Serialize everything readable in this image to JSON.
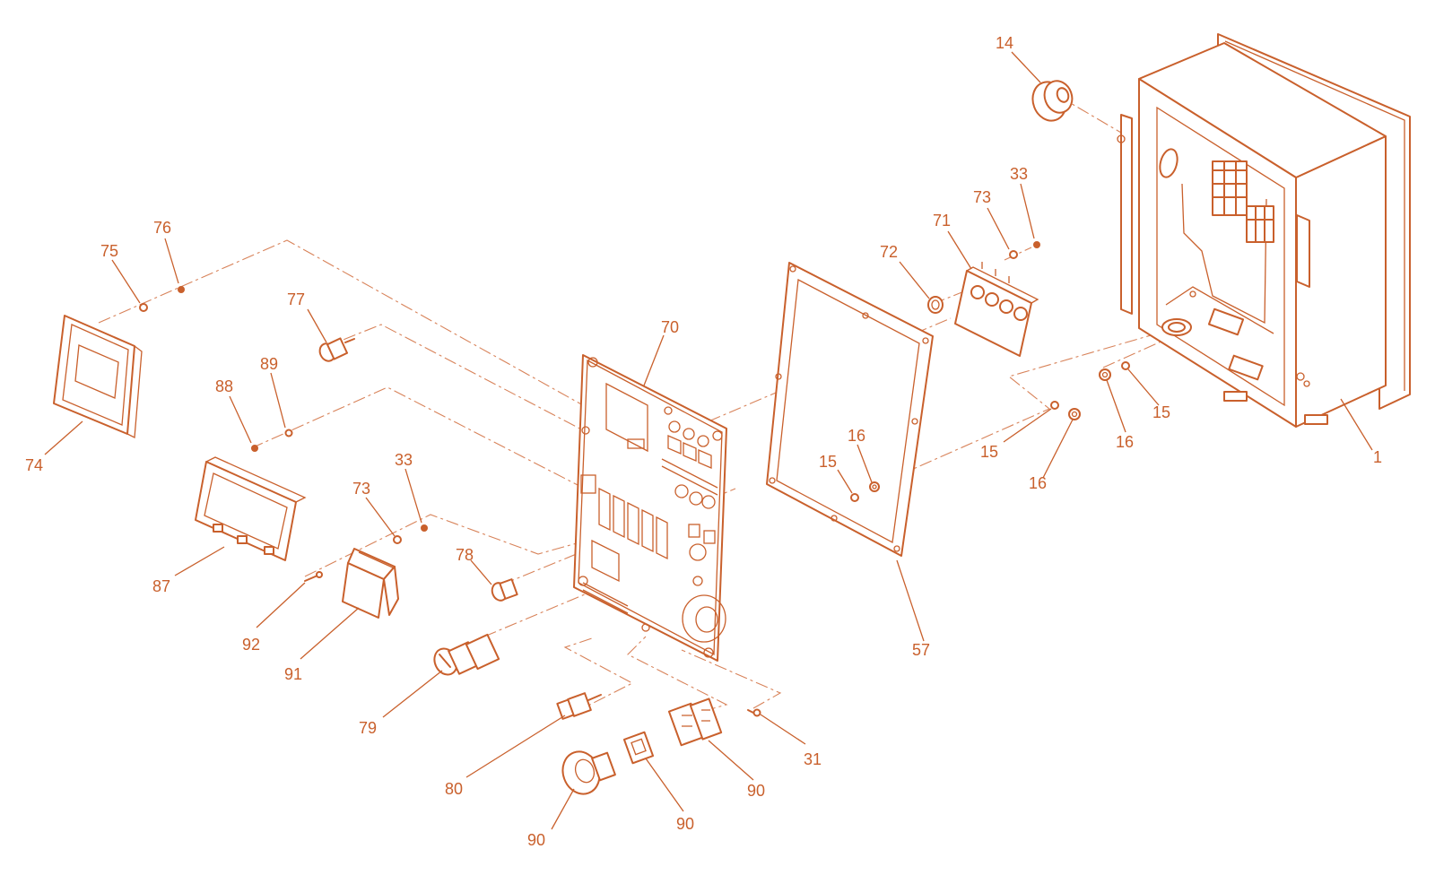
{
  "diagram": {
    "colors": {
      "line": "#c9602c",
      "background": "#ffffff"
    },
    "callouts": [
      {
        "id": "c1",
        "label": "14"
      },
      {
        "id": "c2",
        "label": "33"
      },
      {
        "id": "c3",
        "label": "73"
      },
      {
        "id": "c4",
        "label": "71"
      },
      {
        "id": "c5",
        "label": "72"
      },
      {
        "id": "c6",
        "label": "75"
      },
      {
        "id": "c7",
        "label": "76"
      },
      {
        "id": "c8",
        "label": "77"
      },
      {
        "id": "c9",
        "label": "70"
      },
      {
        "id": "c10",
        "label": "89"
      },
      {
        "id": "c11",
        "label": "88"
      },
      {
        "id": "c12",
        "label": "74"
      },
      {
        "id": "c13",
        "label": "33"
      },
      {
        "id": "c14",
        "label": "73"
      },
      {
        "id": "c15",
        "label": "87"
      },
      {
        "id": "c16",
        "label": "78"
      },
      {
        "id": "c17",
        "label": "16"
      },
      {
        "id": "c18",
        "label": "15"
      },
      {
        "id": "c19",
        "label": "15"
      },
      {
        "id": "c20",
        "label": "16"
      },
      {
        "id": "c21",
        "label": "15"
      },
      {
        "id": "c22",
        "label": "16"
      },
      {
        "id": "c23",
        "label": "1"
      },
      {
        "id": "c24",
        "label": "92"
      },
      {
        "id": "c25",
        "label": "91"
      },
      {
        "id": "c26",
        "label": "57"
      },
      {
        "id": "c27",
        "label": "79"
      },
      {
        "id": "c28",
        "label": "31"
      },
      {
        "id": "c29",
        "label": "80"
      },
      {
        "id": "c30",
        "label": "90"
      },
      {
        "id": "c31",
        "label": "90"
      },
      {
        "id": "c32",
        "label": "90"
      }
    ]
  }
}
